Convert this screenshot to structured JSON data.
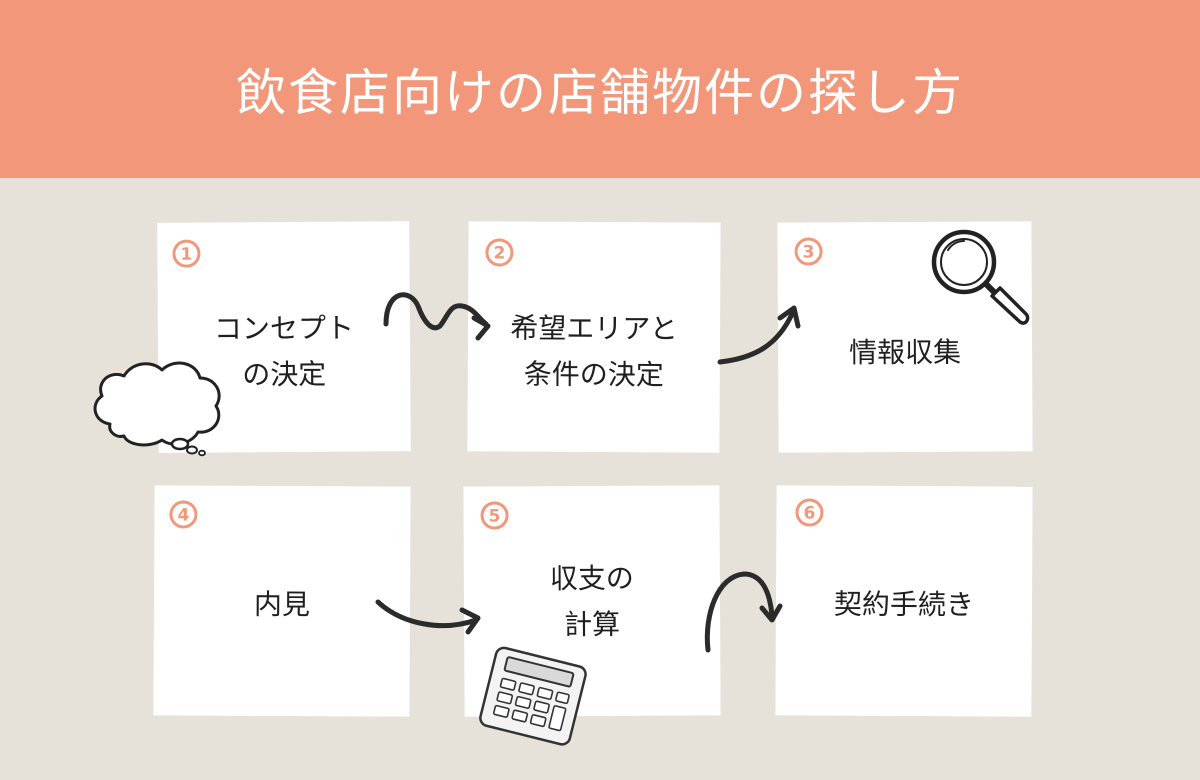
{
  "title": "飲食店向けの店舗物件の探し方",
  "colors": {
    "header": "#f2977a",
    "background": "#e6e2da",
    "card": "#ffffff",
    "accent": "#f2977a",
    "ink": "#2b2b2b"
  },
  "steps": [
    {
      "number": "1",
      "lines": [
        "コンセプト",
        "の決定"
      ],
      "icon": "thought-bubble-icon"
    },
    {
      "number": "2",
      "lines": [
        "希望エリアと",
        "条件の決定"
      ]
    },
    {
      "number": "3",
      "lines": [
        "情報収集"
      ],
      "icon": "magnifier-icon"
    },
    {
      "number": "4",
      "lines": [
        "内見"
      ]
    },
    {
      "number": "5",
      "lines": [
        "収支の",
        "計算"
      ],
      "icon": "calculator-icon"
    },
    {
      "number": "6",
      "lines": [
        "契約手続き"
      ]
    }
  ]
}
